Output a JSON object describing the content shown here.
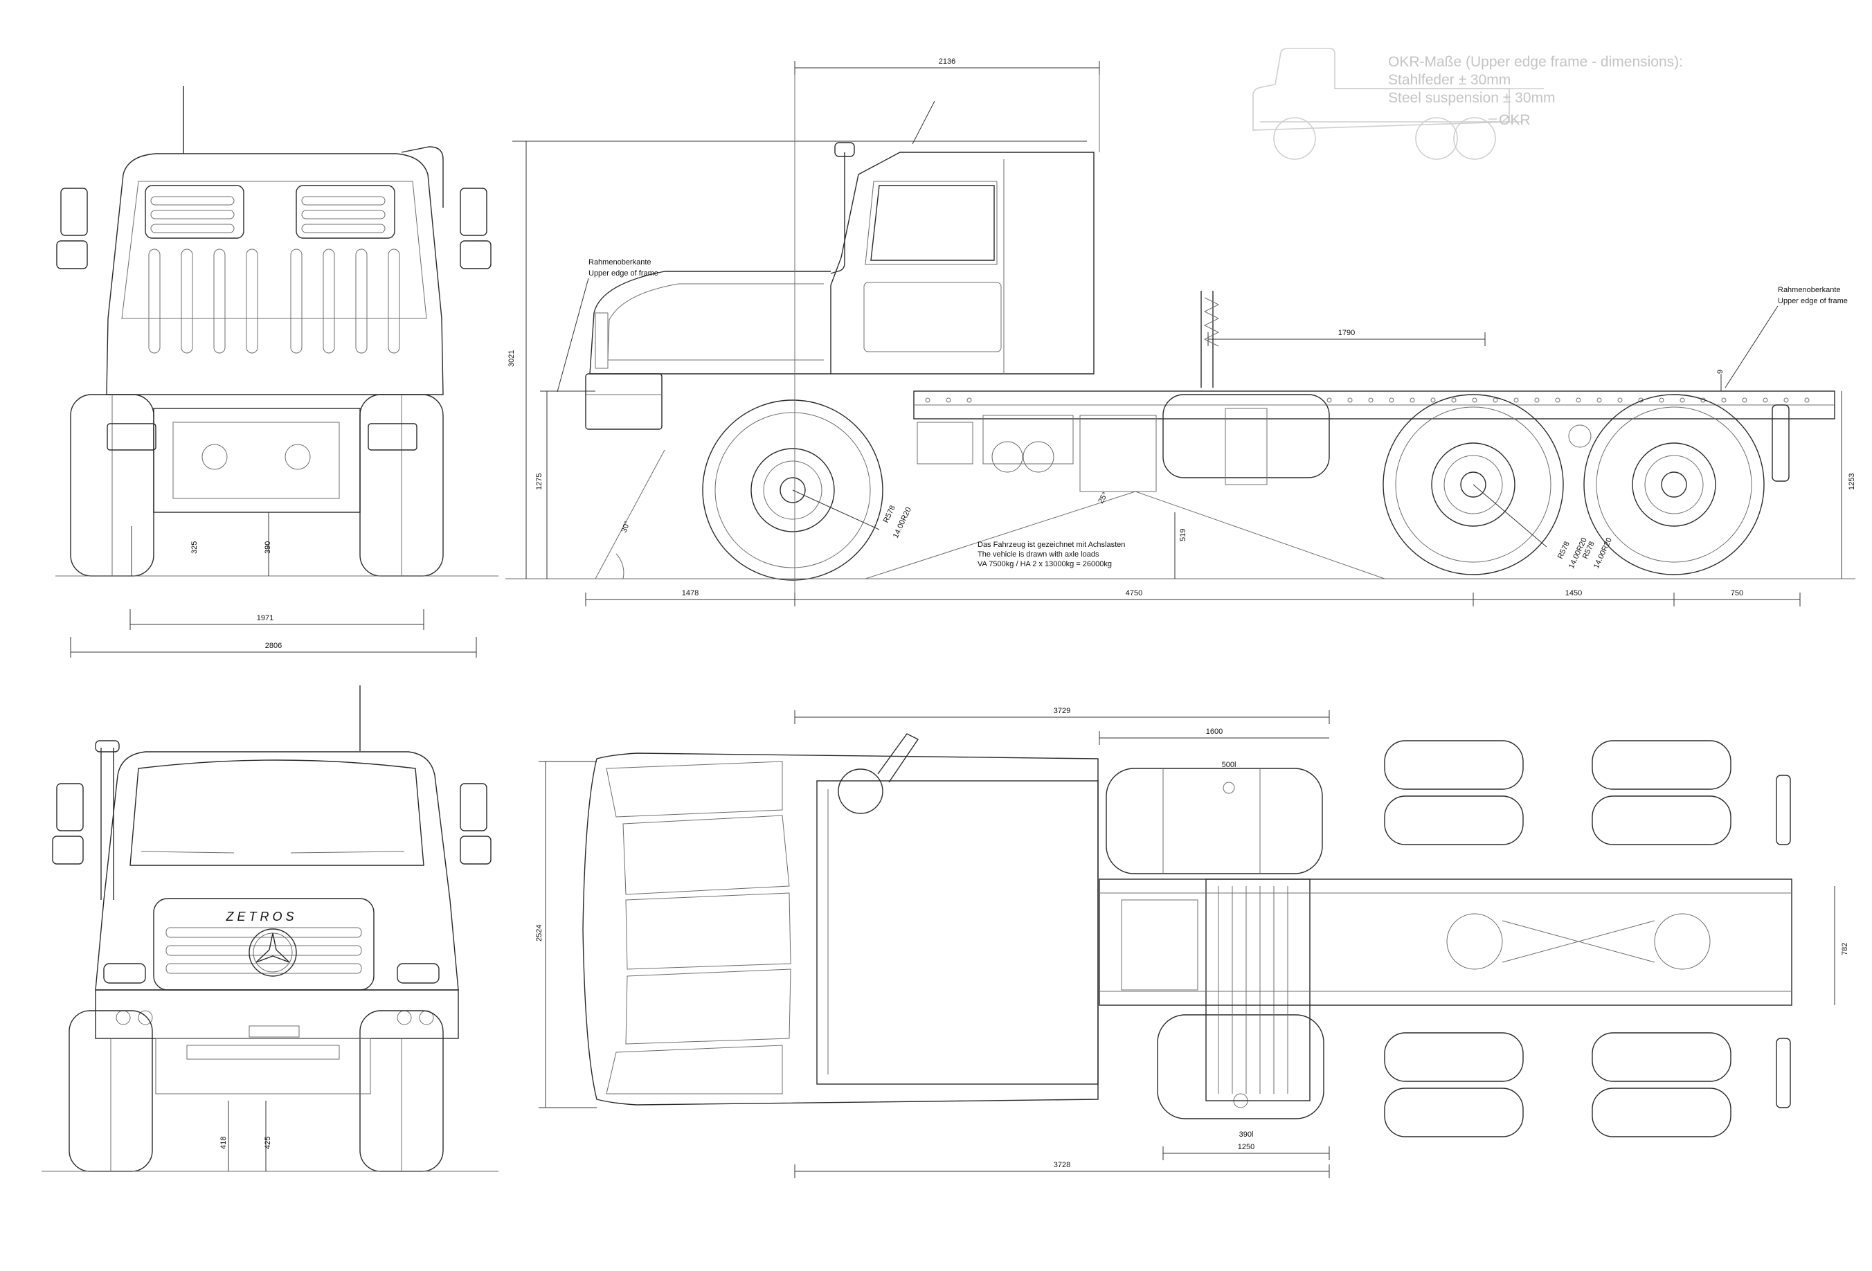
{
  "okr_note": {
    "line1": "OKR-Maße (Upper edge frame - dimensions):",
    "line2": "Stahlfeder ± 30mm",
    "line3": "Steel suspension ± 30mm",
    "tag": "OKR"
  },
  "side_view": {
    "frame_label_left_de": "Rahmenoberkante",
    "frame_label_left_en": "Upper edge of frame",
    "frame_label_right_de": "Rahmenoberkante",
    "frame_label_right_en": "Upper edge of frame",
    "axle_note_1": "Das Fahrzeug ist gezeichnet mit Achslasten",
    "axle_note_2": "The vehicle is drawn with axle loads",
    "axle_note_3": "VA 7500kg / HA 2 x 13000kg = 26000kg",
    "tyre_front_1": "R578",
    "tyre_front_2": "14.00R20",
    "tyre_rear1_1": "R578",
    "tyre_rear1_2": "14.00R20",
    "tyre_rear2_1": "R578",
    "tyre_rear2_2": "14.00R20",
    "dims": {
      "top_width": "2136",
      "height": "3021",
      "frame_height_front": "1275",
      "frame_height_rear": "1253",
      "overhang_front": "1478",
      "wheelbase": "4750",
      "axle_spacing": "1450",
      "overhang_rear": "750",
      "fifth_wheel": "1790",
      "ground_clearance": "519",
      "frame_offset": "9",
      "approach_angle": "30°",
      "ramp_angle": "25°"
    }
  },
  "front_view": {
    "brand": "ZETROS",
    "dims": {
      "track": "1971",
      "overall_width": "2806",
      "clearance_left": "325",
      "clearance_right": "390"
    }
  },
  "rear_view": {
    "dims": {
      "clearance_left": "418",
      "clearance_right": "425"
    }
  },
  "top_view": {
    "dims": {
      "width": "2524",
      "cab_length_top": "3729",
      "cab_length_bottom": "3728",
      "tank_length": "1600",
      "battery_box": "1250",
      "frame_width": "782"
    },
    "tank_upper": "500l",
    "tank_lower": "390l"
  }
}
